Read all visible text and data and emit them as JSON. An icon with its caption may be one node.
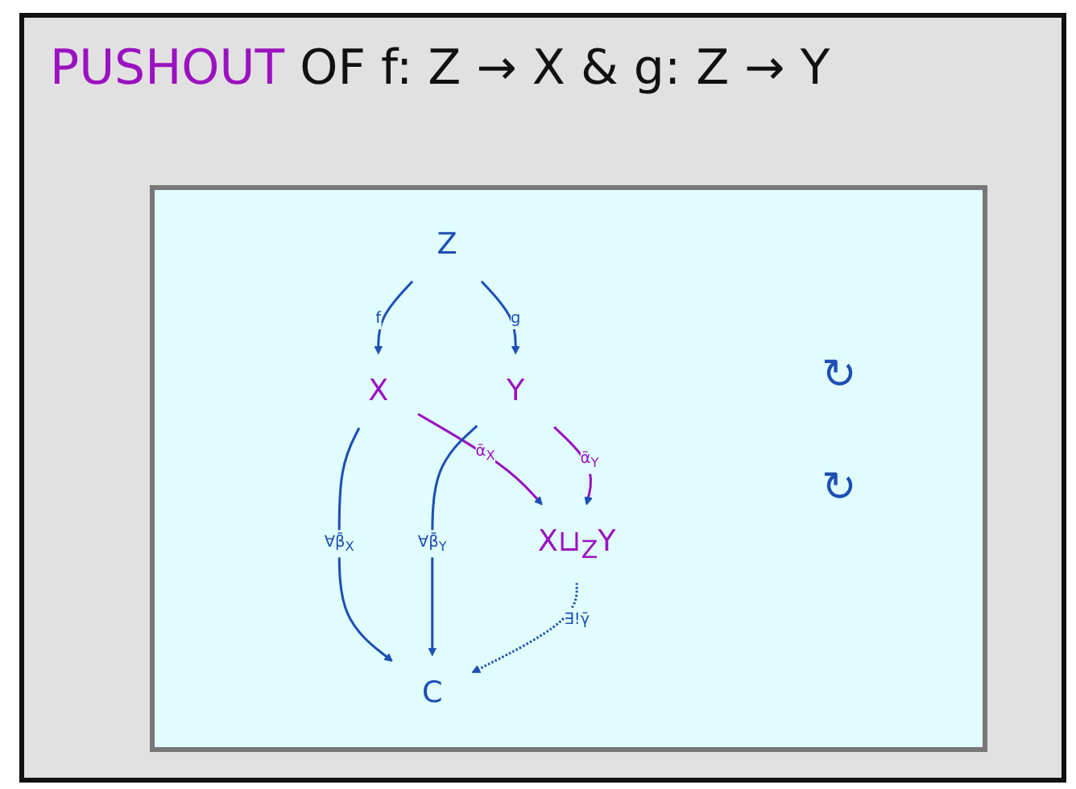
{
  "diagram": {
    "title": "PUSHOUT OF f: Z → X & g: Z → Y",
    "nodes": [
      {
        "text": [
          "Z"
        ]
      },
      {
        "text": [
          "X"
        ]
      },
      {
        "text": [
          "Y"
        ]
      },
      {
        "text": [
          "X⊔$_{Z}$Y"
        ]
      },
      {
        "text": [
          "C"
        ]
      }
    ],
    "edges": [
      {
        "from": 0,
        "to": 1,
        "arrow": "to",
        "label": "f"
      },
      {
        "from": 0,
        "to": 2,
        "arrow": "to",
        "label": "g"
      },
      {
        "from": 1,
        "to": 3,
        "arrow": "to",
        "label": "ᾱ$_{X}$",
        "color": "#9b12c0"
      },
      {
        "from": 2,
        "to": 3,
        "arrow": "to",
        "label": "ᾱ$_{Y}$",
        "color": "#9b12c0"
      },
      {
        "from": 1,
        "to": 4,
        "arrow": "to",
        "label": "∀β̄$_{X}$"
      },
      {
        "from": 2,
        "to": 4,
        "arrow": "to",
        "label": "∀β̄$_{Y}$"
      },
      {
        "from": 3,
        "to": 4,
        "arrow": "to",
        "label": "∃!γ̄",
        "style": "dashed"
      }
    ],
    "labels": [
      "↻",
      "↻"
    ]
  }
}
